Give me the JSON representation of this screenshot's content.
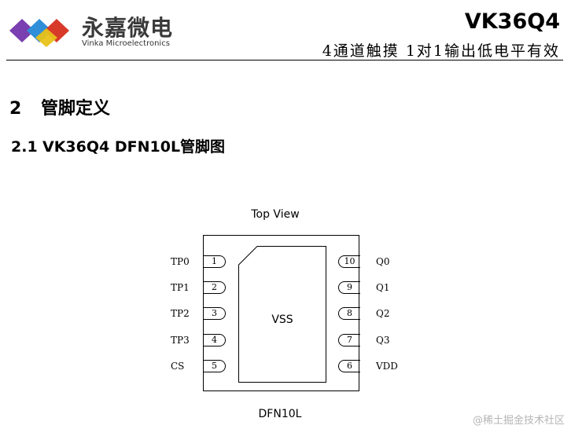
{
  "header": {
    "logo_cn": "永嘉微电",
    "logo_en": "Vinka Microelectronics",
    "logo_colors": [
      "#7a3fb0",
      "#2f8fd8",
      "#d83a2a",
      "#e8c21a"
    ],
    "part_number": "VK36Q4",
    "subtitle": "4通道触摸 1对1输出低电平有效"
  },
  "section": {
    "number": "2",
    "title": "管脚定义"
  },
  "subsection": {
    "number": "2.1",
    "title": "VK36Q4  DFN10L管脚图"
  },
  "diagram": {
    "view_label": "Top View",
    "center_label": "VSS",
    "package_label": "DFN10L",
    "left_pins": [
      {
        "num": "1",
        "name": "TP0"
      },
      {
        "num": "2",
        "name": "TP1"
      },
      {
        "num": "3",
        "name": "TP2"
      },
      {
        "num": "4",
        "name": "TP3"
      },
      {
        "num": "5",
        "name": "CS"
      }
    ],
    "right_pins": [
      {
        "num": "10",
        "name": "Q0"
      },
      {
        "num": "9",
        "name": "Q1"
      },
      {
        "num": "8",
        "name": "Q2"
      },
      {
        "num": "7",
        "name": "Q3"
      },
      {
        "num": "6",
        "name": "VDD"
      }
    ]
  },
  "watermark": "@稀土掘金技术社区"
}
